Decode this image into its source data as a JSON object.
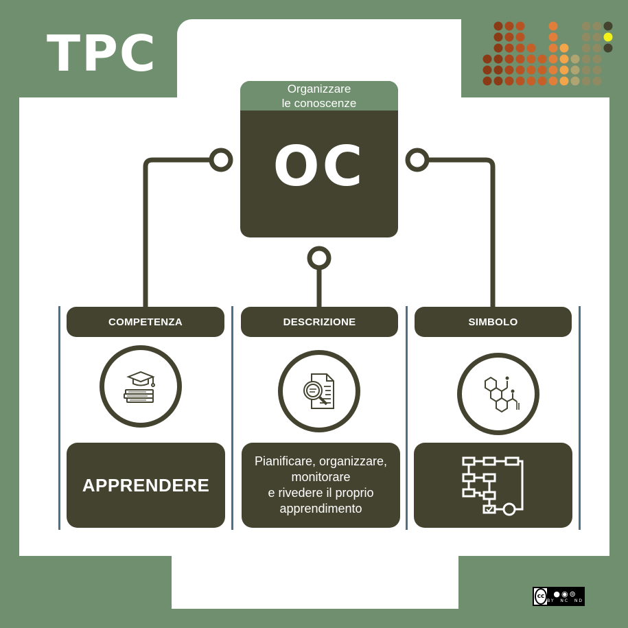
{
  "title": "TPC",
  "colors": {
    "frame_green": "#6f8f6e",
    "dark_olive": "#43432f",
    "divider_blue": "#4f6f87",
    "white": "#ffffff"
  },
  "central": {
    "label": "Organizzare\nle conoscenze",
    "abbreviation": "OC"
  },
  "columns": [
    {
      "header": "COMPETENZA",
      "icon": "graduation-cap-books-icon",
      "card_text": "APPRENDERE"
    },
    {
      "header": "DESCRIZIONE",
      "icon": "document-magnifier-icon",
      "card_text": "Pianificare, organizzare, monitorare\ne rivedere il proprio apprendimento"
    },
    {
      "header": "SIMBOLO",
      "icon": "molecule-structure-icon",
      "card_icon": "flowchart-icon"
    }
  ],
  "license": {
    "badge": "cc",
    "codes": "BY  NC  ND"
  }
}
